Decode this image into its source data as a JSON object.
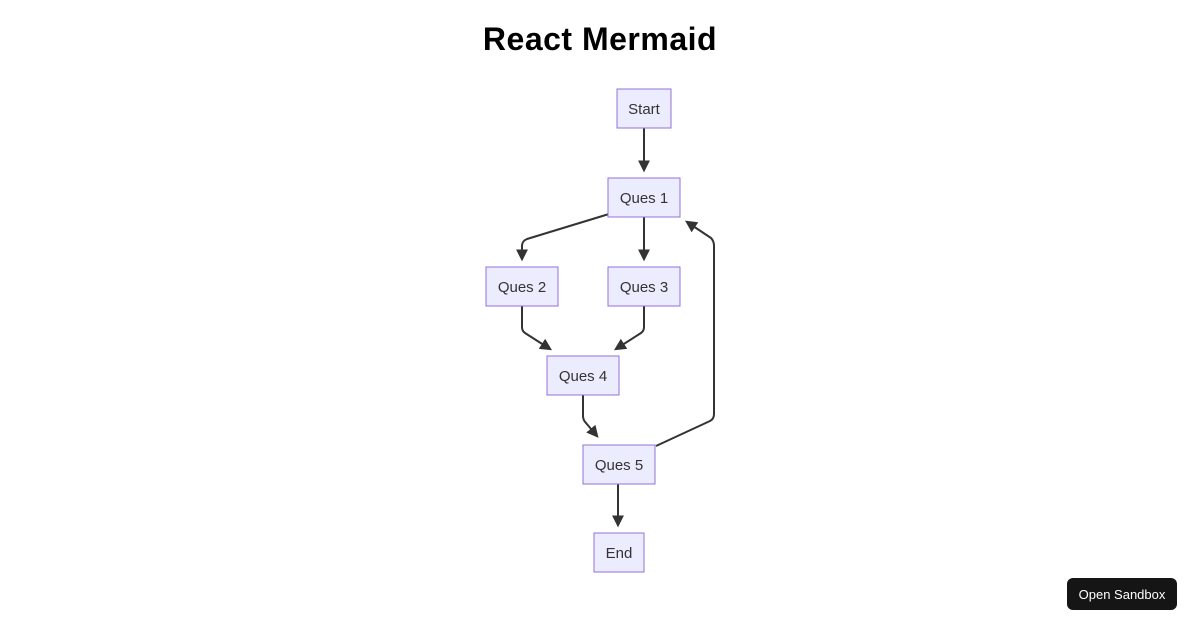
{
  "title": "React Mermaid",
  "diagram": {
    "type": "flowchart-top-down",
    "nodes": {
      "start": {
        "label": "Start"
      },
      "ques1": {
        "label": "Ques 1"
      },
      "ques2": {
        "label": "Ques 2"
      },
      "ques3": {
        "label": "Ques 3"
      },
      "ques4": {
        "label": "Ques 4"
      },
      "ques5": {
        "label": "Ques 5"
      },
      "end": {
        "label": "End"
      }
    },
    "edges": [
      {
        "from": "Start",
        "to": "Ques 1"
      },
      {
        "from": "Ques 1",
        "to": "Ques 2"
      },
      {
        "from": "Ques 1",
        "to": "Ques 3"
      },
      {
        "from": "Ques 2",
        "to": "Ques 4"
      },
      {
        "from": "Ques 3",
        "to": "Ques 4"
      },
      {
        "from": "Ques 4",
        "to": "Ques 5"
      },
      {
        "from": "Ques 5",
        "to": "Ques 1"
      },
      {
        "from": "Ques 5",
        "to": "End"
      }
    ],
    "colors": {
      "node_fill": "#ECECFF",
      "node_border": "#9370DB",
      "edge": "#333333",
      "label_text": "#333333"
    }
  },
  "sandbox_button": {
    "label": "Open Sandbox",
    "bg": "#151515",
    "text_color": "#ffffff"
  }
}
